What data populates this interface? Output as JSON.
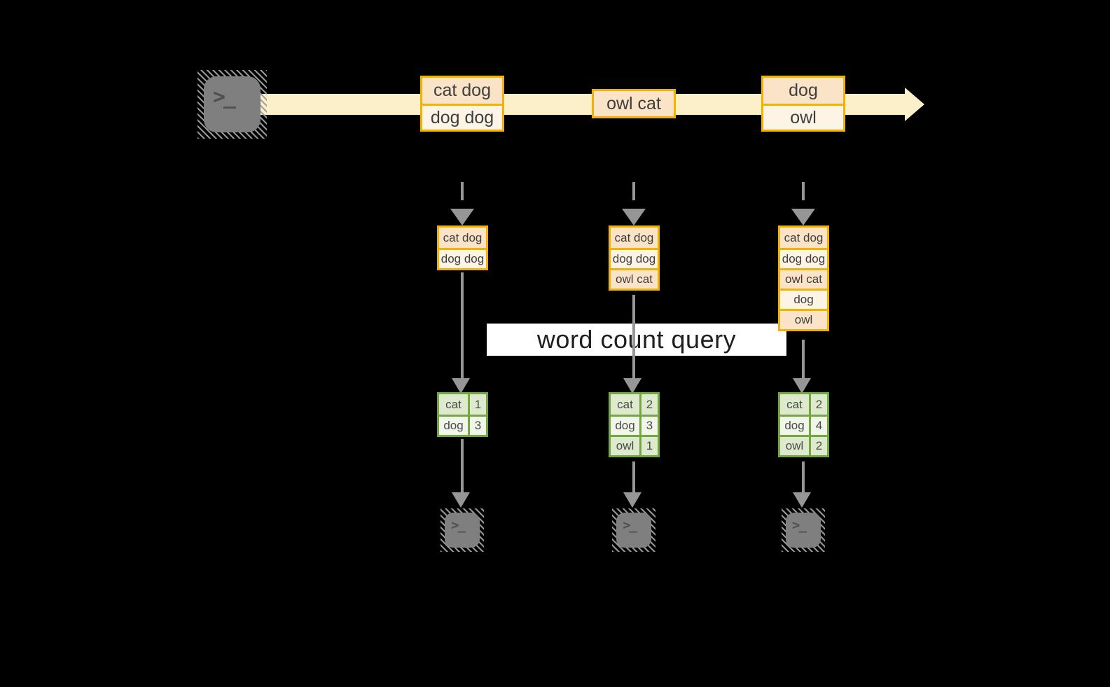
{
  "banner": {
    "label": "word count query"
  },
  "terminal": {
    "prompt": ">_"
  },
  "stream_batches": [
    {
      "cells": [
        "cat dog",
        "dog dog"
      ]
    },
    {
      "cells": [
        "owl cat"
      ]
    },
    {
      "cells": [
        "dog",
        "owl"
      ]
    }
  ],
  "workers": [
    {
      "buffer": [
        "cat dog",
        "dog dog"
      ],
      "counts": [
        {
          "word": "cat",
          "value": "1"
        },
        {
          "word": "dog",
          "value": "3"
        }
      ]
    },
    {
      "buffer": [
        "cat dog",
        "dog dog",
        "owl cat"
      ],
      "counts": [
        {
          "word": "cat",
          "value": "2"
        },
        {
          "word": "dog",
          "value": "3"
        },
        {
          "word": "owl",
          "value": "1"
        }
      ]
    },
    {
      "buffer": [
        "cat dog",
        "dog dog",
        "owl cat",
        "dog",
        "owl"
      ],
      "counts": [
        {
          "word": "cat",
          "value": "2"
        },
        {
          "word": "dog",
          "value": "4"
        },
        {
          "word": "owl",
          "value": "2"
        }
      ]
    }
  ],
  "colors": {
    "background": "#000000",
    "stream-fill": "#FCF0CA",
    "accent-orange": "#F3B200",
    "cell-peach": "#FBE3C7",
    "cell-cream": "#FDF4E6",
    "table-green": "#74A744",
    "cell-green": "#DDEACE",
    "cell-green-light": "#F1F6EB",
    "arrow-gray": "#969696",
    "terminal-gray": "#7F7F7F",
    "banner-bg": "#FFFFFF"
  }
}
